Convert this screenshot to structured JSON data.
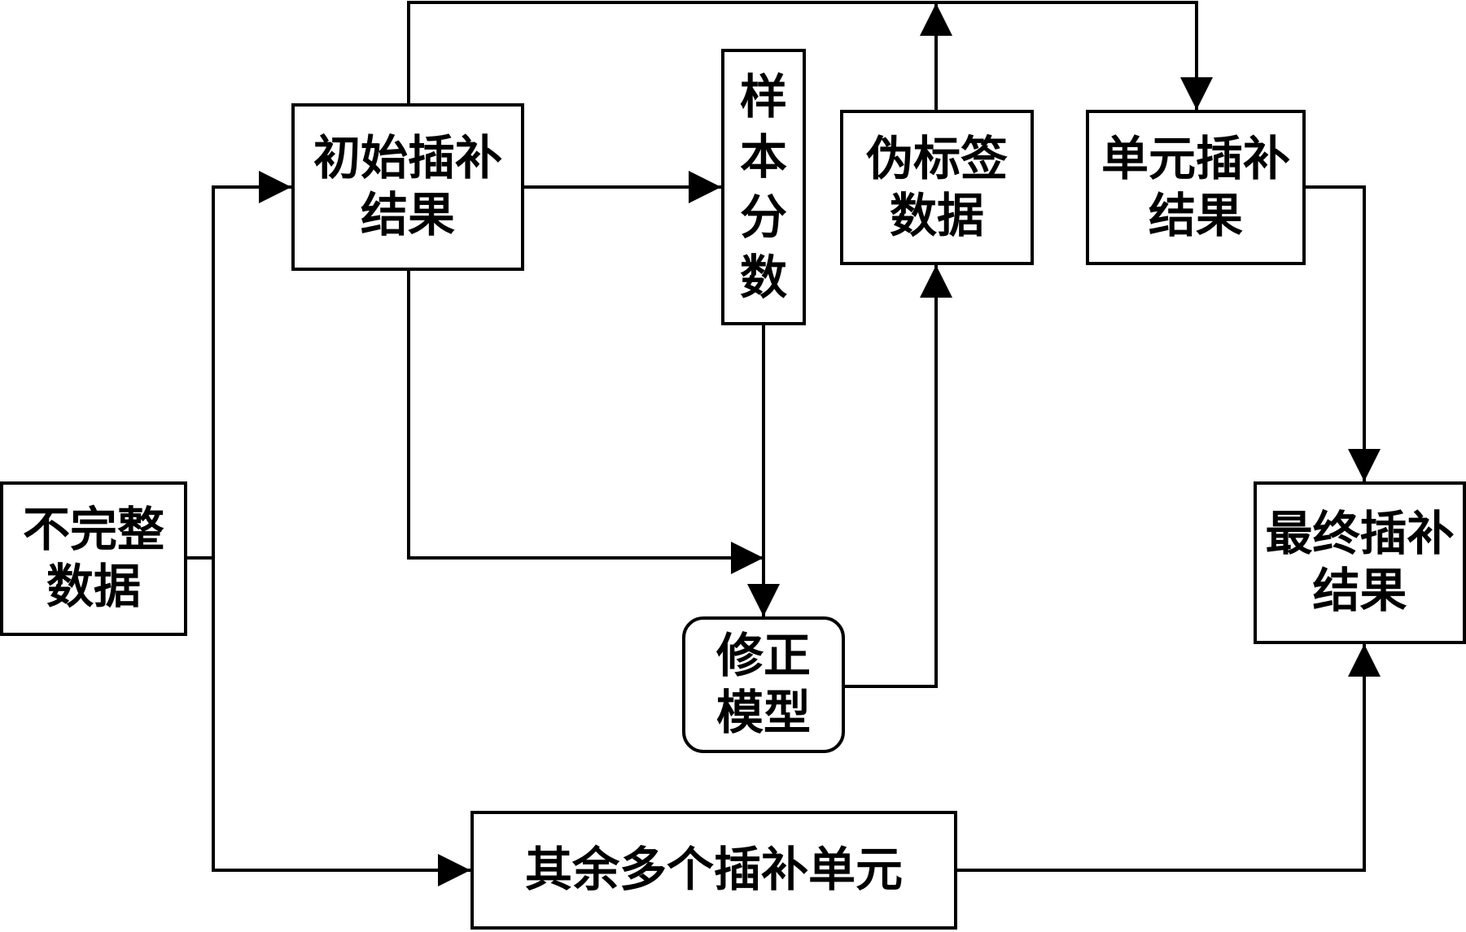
{
  "nodes": {
    "incomplete_data": {
      "line1": "不完整",
      "line2": "数据"
    },
    "initial_imputation": {
      "line1": "初始插补",
      "line2": "结果"
    },
    "sample_score": {
      "chars": [
        "样",
        "本",
        "分",
        "数"
      ]
    },
    "pseudo_label": {
      "line1": "伪标签",
      "line2": "数据"
    },
    "unit_imputation": {
      "line1": "单元插补",
      "line2": "结果"
    },
    "correction_model": {
      "line1": "修正",
      "line2": "模型"
    },
    "final_imputation": {
      "line1": "最终插补",
      "line2": "结果"
    },
    "other_units": {
      "label": "其余多个插补单元"
    }
  },
  "colors": {
    "stroke": "#000000",
    "background": "#ffffff"
  }
}
